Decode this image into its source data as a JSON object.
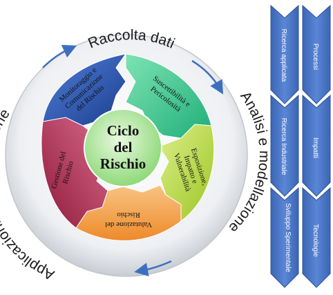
{
  "ring": {
    "top": "Raccolta dati",
    "right": "Analisi e modellazione",
    "left": "Applicazioni e comunicazione"
  },
  "center": {
    "lines": [
      "Ciclo",
      "del",
      "Rischio"
    ]
  },
  "segments": {
    "monitoraggio": [
      "Monitoraggio e",
      "Comunicazione",
      "del Rischio"
    ],
    "suscettibilita": [
      "Suscettibilità e",
      "Pericolosità"
    ],
    "esposizione": [
      "Esposizione,",
      "Impatto e",
      "Vulnerabilità"
    ],
    "valutazione": [
      "Valutazione del",
      "Rischio"
    ],
    "gestione": [
      "Gestione del",
      "Rischio"
    ]
  },
  "chevrons": {
    "left_column": [
      "Ricerca applicata",
      "Ricerca Industriale",
      "Sviluppo Sperimentale"
    ],
    "right_column": [
      "Processi",
      "Impatti",
      "Tecnologie"
    ]
  },
  "colors": {
    "chevron_fill": "#4472c4",
    "arrow": "#3e6fbf",
    "monitoraggio": "#2a55b0",
    "suscettibilita": "#2fc48a",
    "esposizione": "#b7d63a",
    "valutazione": "#f49b3e",
    "gestione": "#b32b4f",
    "center": "#aee79a"
  }
}
